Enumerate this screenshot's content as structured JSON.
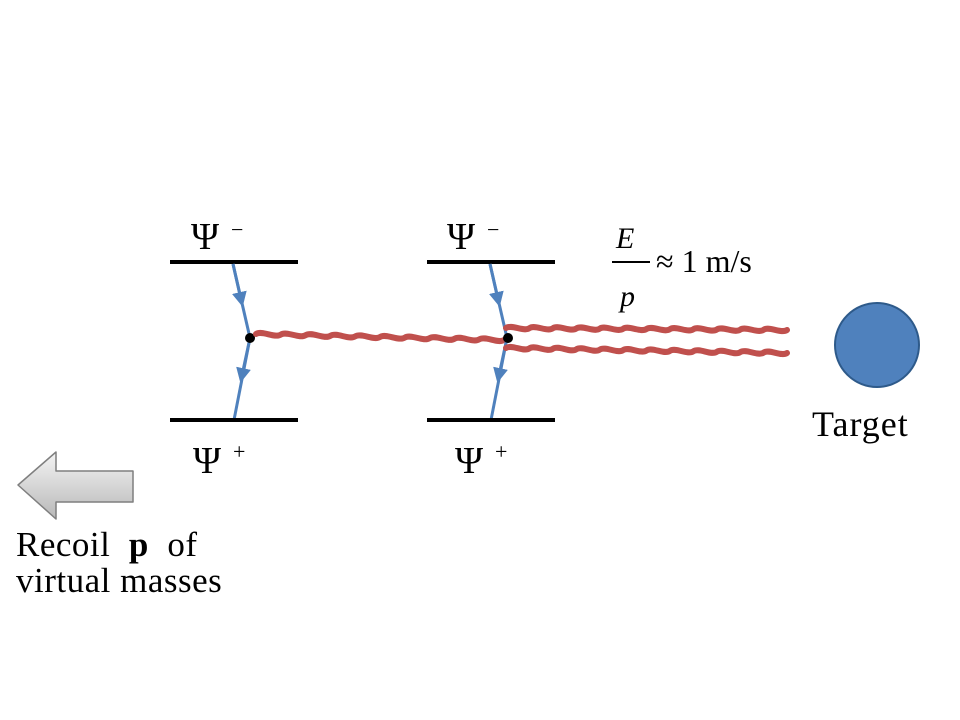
{
  "colors": {
    "level_line": "#000000",
    "fermion_line": "#4f81bd",
    "photon": "#c0504d",
    "photon_edge": "#9a3431",
    "target_fill": "#4f81bd",
    "target_stroke": "#2e5a8a",
    "arrow_fill_light": "#f4f4f4",
    "arrow_fill_dark": "#b8b8b8",
    "arrow_stroke": "#7f7f7f"
  },
  "icons": {
    "recoil_arrow": "left-arrow",
    "target": "circle",
    "vertex": "dot"
  },
  "left_transition": {
    "upper_symbol": "Ψ",
    "upper_sign": "−",
    "lower_symbol": "Ψ",
    "lower_sign": "+"
  },
  "right_transition": {
    "upper_symbol": "Ψ",
    "upper_sign": "−",
    "lower_symbol": "Ψ",
    "lower_sign": "+"
  },
  "formula": {
    "numerator": "E",
    "denominator": "p",
    "relation": "≈ 1 m/s"
  },
  "target": {
    "label": "Target"
  },
  "recoil": {
    "line1_prefix": "Recoil ",
    "line1_bold": "p",
    "line1_suffix": " of",
    "line2": "virtual masses"
  }
}
